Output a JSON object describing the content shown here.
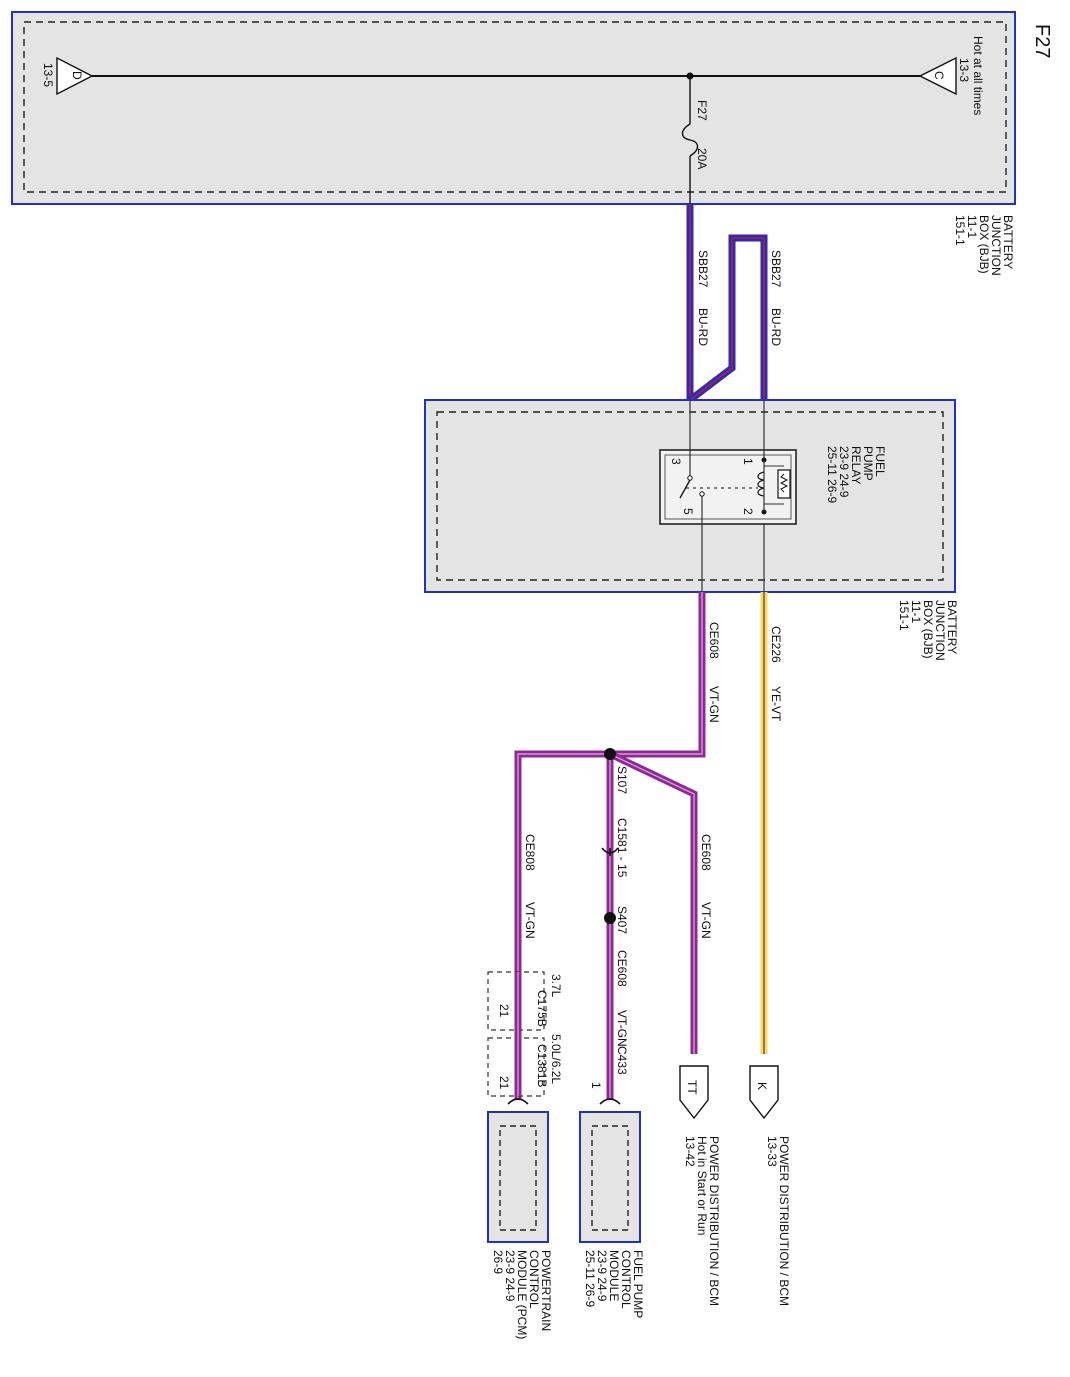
{
  "page_title": "F27",
  "top_box": {
    "hot_at_all_times": "Hot at all times",
    "connector_c": "C",
    "connector_c_ref": "13-3",
    "connector_d": "D",
    "connector_d_ref": "13-5",
    "fuse_name": "F27",
    "fuse_rating": "20A",
    "label_lines": [
      "BATTERY",
      "JUNCTION",
      "BOX (BJB)",
      "11-1",
      "151-1"
    ]
  },
  "wires": {
    "sbb27_left": {
      "circuit": "SBB27",
      "color": "BU-RD"
    },
    "sbb27_right": {
      "circuit": "SBB27",
      "color": "BU-RD"
    },
    "ce226": {
      "circuit": "CE226",
      "color": "YE-VT"
    },
    "ce608_main": {
      "circuit": "CE608",
      "color": "VT-GN"
    },
    "ce608_tt": {
      "circuit": "CE608",
      "color": "VT-GN"
    },
    "ce608_pcm": {
      "circuit": "CE808",
      "color": "VT-GN"
    },
    "ce608_fpcm": {
      "circuit": "CE608",
      "color": "VT-GN",
      "connector": "C433"
    }
  },
  "relay_box": {
    "label_lines": [
      "BATTERY",
      "JUNCTION",
      "BOX (BJB)",
      "11-1",
      "151-1"
    ],
    "relay_lines": [
      "FUEL",
      "PUMP",
      "RELAY",
      "23-9     24-9",
      "25-11   26-9"
    ],
    "pins": {
      "p1": "1",
      "p2": "2",
      "p3": "3",
      "p5": "5"
    }
  },
  "splices": {
    "s107": "S107",
    "c1581": "C1581 - 15",
    "s407": "S407"
  },
  "engine_options": {
    "opt_a": "3.7L",
    "opt_a_conn": "C175B",
    "opt_a_pin": "21",
    "opt_b": "5.0L/6.2L",
    "opt_b_conn": "C1381B",
    "opt_b_pin": "21",
    "fpcm_pin": "1"
  },
  "connectors": {
    "k": {
      "letter": "K",
      "lines": [
        "POWER DISTRIBUTION / BCM",
        "13-33"
      ]
    },
    "tt": {
      "letter": "TT",
      "lines": [
        "POWER DISTRIBUTION / BCM",
        "Hot in Start or Run",
        "13-42"
      ]
    }
  },
  "modules": {
    "fpcm": {
      "lines": [
        "FUEL PUMP",
        "CONTROL",
        "MODULE",
        "23-9     24-9",
        "25-11   26-9"
      ]
    },
    "pcm": {
      "lines": [
        "POWERTRAIN",
        "CONTROL",
        "MODULE (PCM)",
        "23-9     24-9",
        "26-9"
      ]
    }
  },
  "colors": {
    "bu_rd_blue": "#2b2bb8",
    "bu_rd_red": "#b0203a",
    "ye_vt_yellow": "#f2e24a",
    "vt_gn_violet": "#8a2b8f",
    "box_fill": "#e4e4e4",
    "box_border": "#2231c4"
  }
}
